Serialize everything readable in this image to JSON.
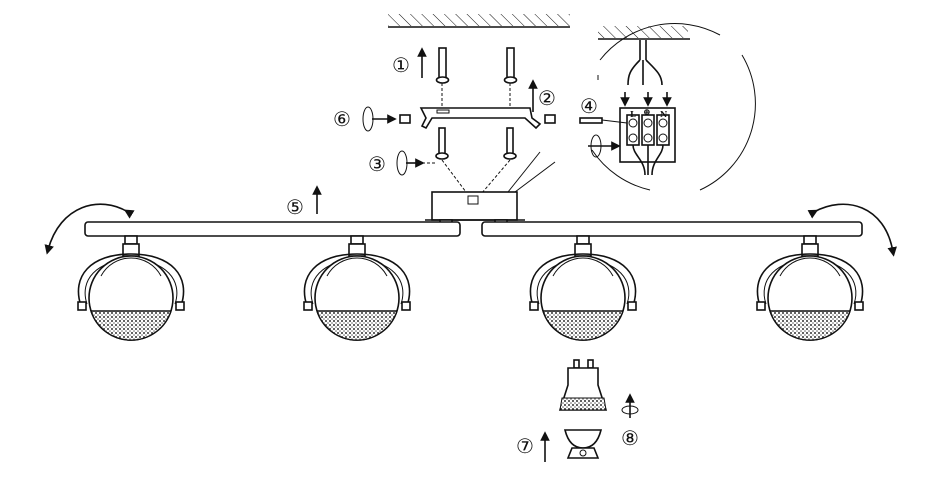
{
  "steps": {
    "s1": "①",
    "s2": "②",
    "s3": "③",
    "s4": "④",
    "s5": "⑤",
    "s6": "⑥",
    "s7": "⑦",
    "s8": "⑧"
  },
  "terminals": {
    "live": "L",
    "earth": "⊕",
    "neutral": "N"
  }
}
